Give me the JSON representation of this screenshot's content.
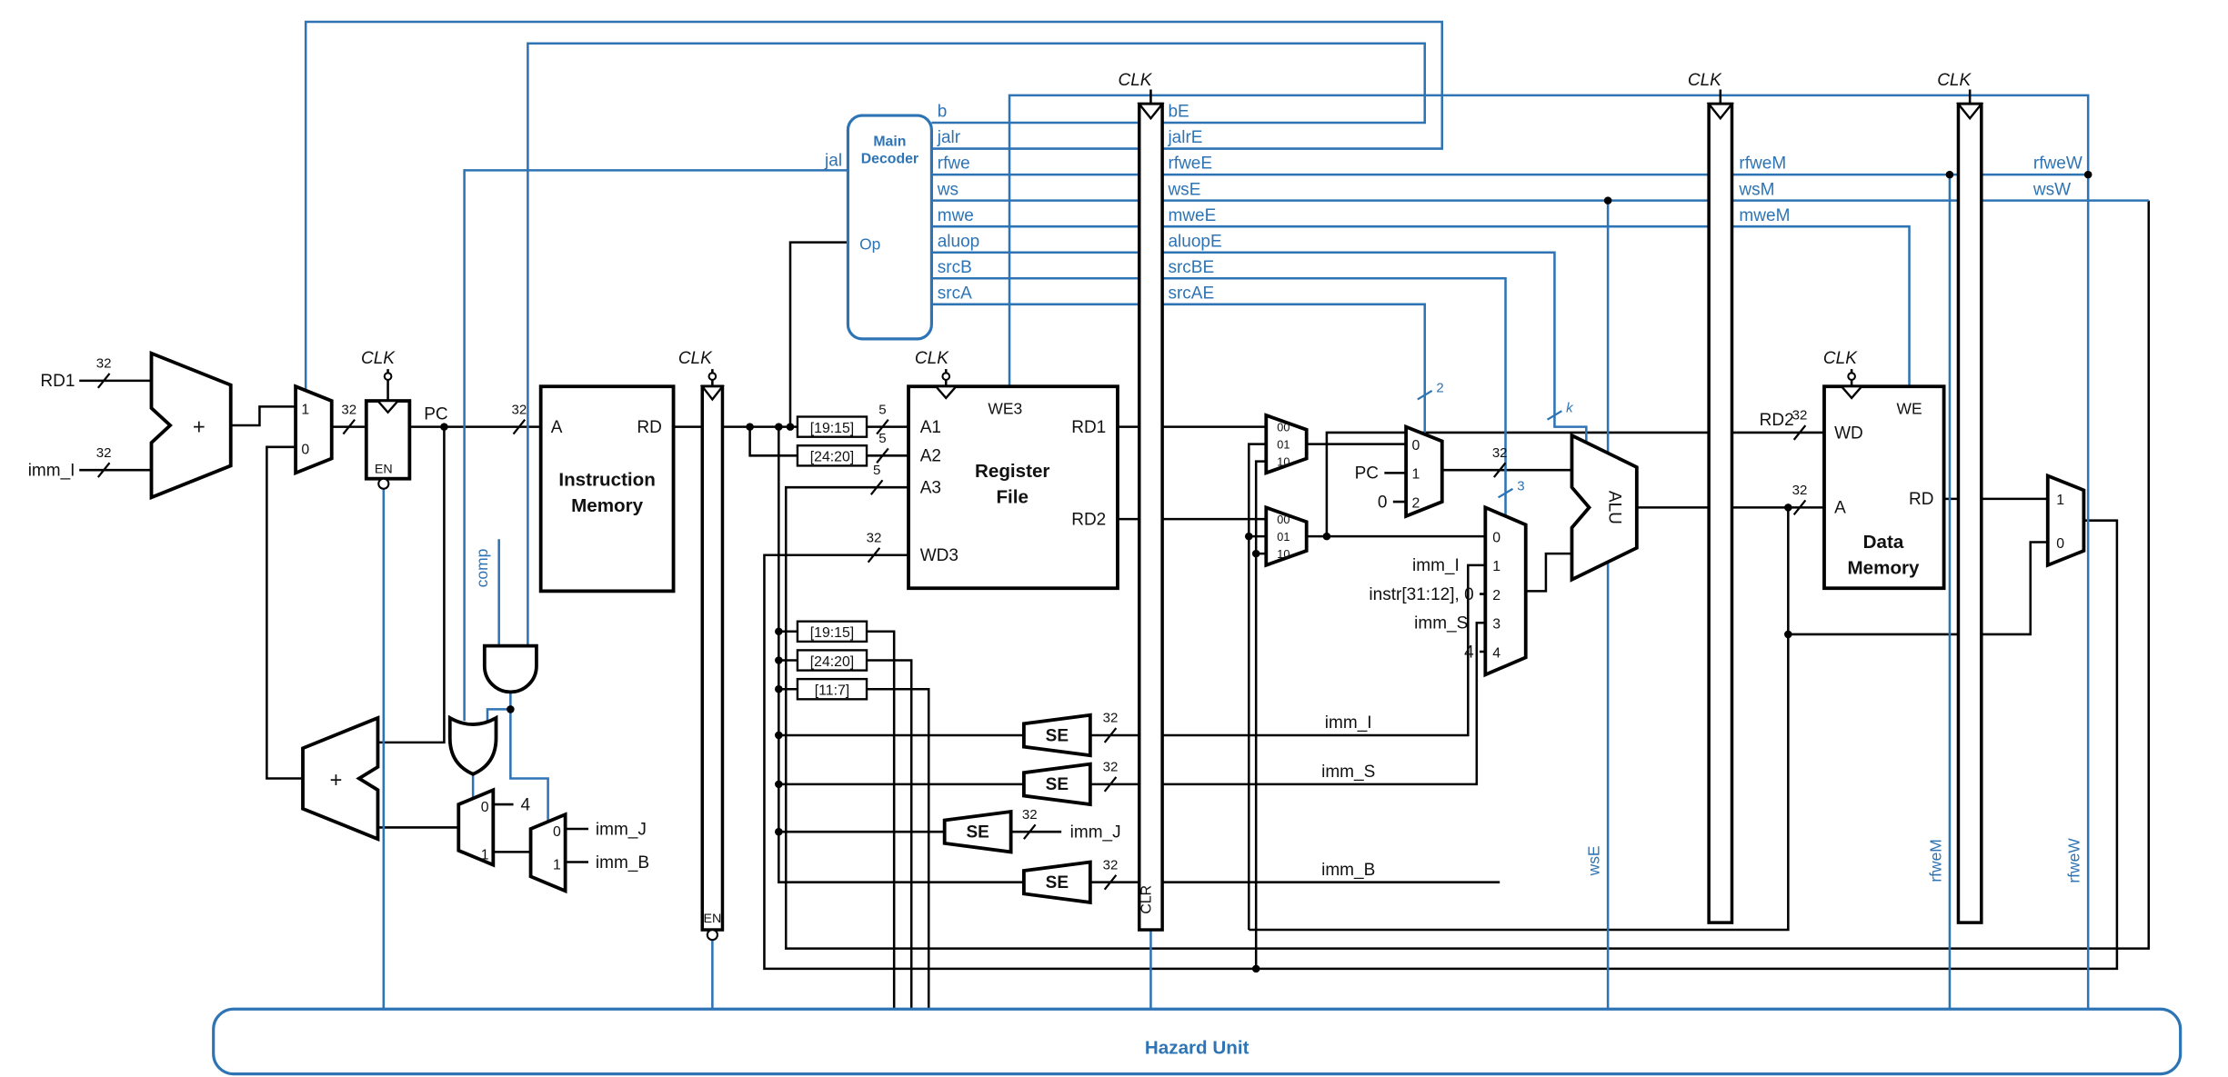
{
  "diagram": {
    "hazard_unit": "Hazard Unit"
  },
  "colors": {
    "wire": "#000000",
    "control": "#2e74b5"
  },
  "bus": {
    "w32": "32",
    "w5": "5",
    "w2": "2",
    "w3": "3",
    "wk": "k"
  },
  "clock": {
    "clk": "CLK",
    "en": "EN",
    "clr": "CLR"
  },
  "blocks": {
    "main_decoder": {
      "line1": "Main",
      "line2": "Decoder",
      "op": "Op",
      "jal": "jal"
    },
    "imem": {
      "line1": "Instruction",
      "line2": "Memory",
      "a": "A",
      "rd": "RD"
    },
    "regfile": {
      "line1": "Register",
      "line2": "File",
      "we3": "WE3",
      "a1": "A1",
      "a2": "A2",
      "a3": "A3",
      "wd3": "WD3",
      "rd1": "RD1",
      "rd2": "RD2"
    },
    "dmem": {
      "line1": "Data",
      "line2": "Memory",
      "we": "WE",
      "wd": "WD",
      "a": "A",
      "rd": "RD"
    },
    "alu": "ALU",
    "se": "SE",
    "adder": "+"
  },
  "signals": {
    "decode": [
      "b",
      "jalr",
      "rfwe",
      "ws",
      "mwe",
      "aluop",
      "srcB",
      "srcA"
    ],
    "execute": [
      "bE",
      "jalrE",
      "rfweE",
      "wsE",
      "mweE",
      "aluopE",
      "srcBE",
      "srcAE"
    ],
    "memory": [
      "rfweM",
      "wsM",
      "mweM"
    ],
    "writeback": [
      "rfweW",
      "wsW"
    ],
    "comp": "comp"
  },
  "wires": {
    "rd1": "RD1",
    "rd2m": "RD2",
    "pc": "PC",
    "zero": "0",
    "four": "4",
    "imm_i": "imm_I",
    "imm_s": "imm_S",
    "imm_j": "imm_J",
    "imm_b": "imm_B",
    "instr_upper": "instr[31:12], 0",
    "slice_19_15": "[19:15]",
    "slice_24_20": "[24:20]",
    "slice_11_7": "[11:7]"
  },
  "mux": {
    "i0": "0",
    "i1": "1",
    "i2": "2",
    "i3": "3",
    "i4": "4",
    "b00": "00",
    "b01": "01",
    "b10": "10"
  }
}
